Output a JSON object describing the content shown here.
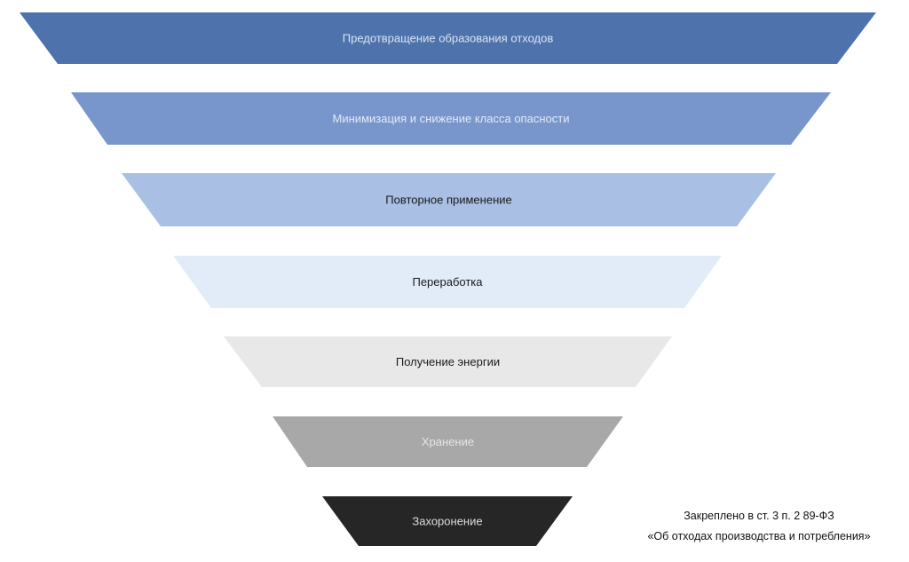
{
  "hierarchy": {
    "levels": [
      {
        "label": "Предотвращение образования отходов",
        "fill": "#4e72ab",
        "text_color": "#dbe4f3"
      },
      {
        "label": "Минимизация и снижение класса опасности",
        "fill": "#7896cc",
        "text_color": "#e4ebf7"
      },
      {
        "label": "Повторное применение",
        "fill": "#a9bfe3",
        "text_color": "#1a1a1a"
      },
      {
        "label": "Переработка",
        "fill": "#e2ecf8",
        "text_color": "#1a1a1a"
      },
      {
        "label": "Получение энергии",
        "fill": "#e8e8e8",
        "text_color": "#1a1a1a"
      },
      {
        "label": "Хранение",
        "fill": "#a8a8a8",
        "text_color": "#e6e6e6"
      },
      {
        "label": "Захоронение",
        "fill": "#262626",
        "text_color": "#dddddd"
      }
    ]
  },
  "note": {
    "line1": "Закреплено в ст. 3 п. 2 89-ФЗ",
    "line2": "«Об отходах производства и потребления»"
  }
}
